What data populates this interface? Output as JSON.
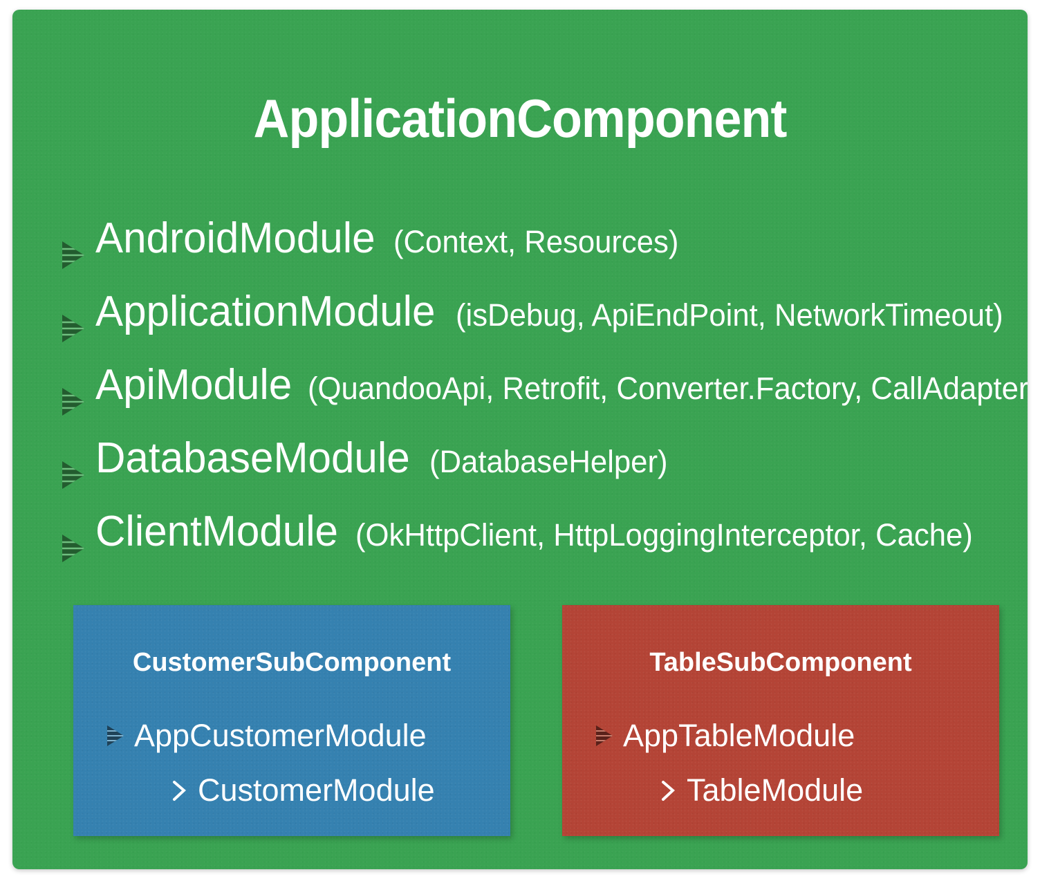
{
  "slide": {
    "background_color": "#3aa352",
    "title": "ApplicationComponent"
  },
  "modules": [
    {
      "icon": "striped-triangle-icon",
      "name": "AndroidModule",
      "args": "(Context, Resources)"
    },
    {
      "icon": "striped-triangle-icon",
      "name": "ApplicationModule",
      "args": "(isDebug, ApiEndPoint, NetworkTimeout)"
    },
    {
      "icon": "striped-triangle-icon",
      "name": "ApiModule",
      "args": "(QuandooApi, Retrofit, Converter.Factory, CallAdapter.Factory)"
    },
    {
      "icon": "striped-triangle-icon",
      "name": "DatabaseModule",
      "args": "(DatabaseHelper)"
    },
    {
      "icon": "striped-triangle-icon",
      "name": "ClientModule",
      "args": "(OkHttpClient, HttpLoggingInterceptor, Cache)"
    }
  ],
  "subcomponents": [
    {
      "id": "customer",
      "title": "CustomerSubComponent",
      "background_color": "#3581b0",
      "icon_color": "#1f4258",
      "primary_icon": "striped-triangle-icon",
      "primary_module": "AppCustomerModule",
      "nested_icon": "chevron-right-icon",
      "nested_module": "CustomerModule"
    },
    {
      "id": "table",
      "title": "TableSubComponent",
      "background_color": "#b44436",
      "icon_color": "#5a211a",
      "primary_icon": "striped-triangle-icon",
      "primary_module": "AppTableModule",
      "nested_icon": "chevron-right-icon",
      "nested_module": "TableModule"
    }
  ]
}
